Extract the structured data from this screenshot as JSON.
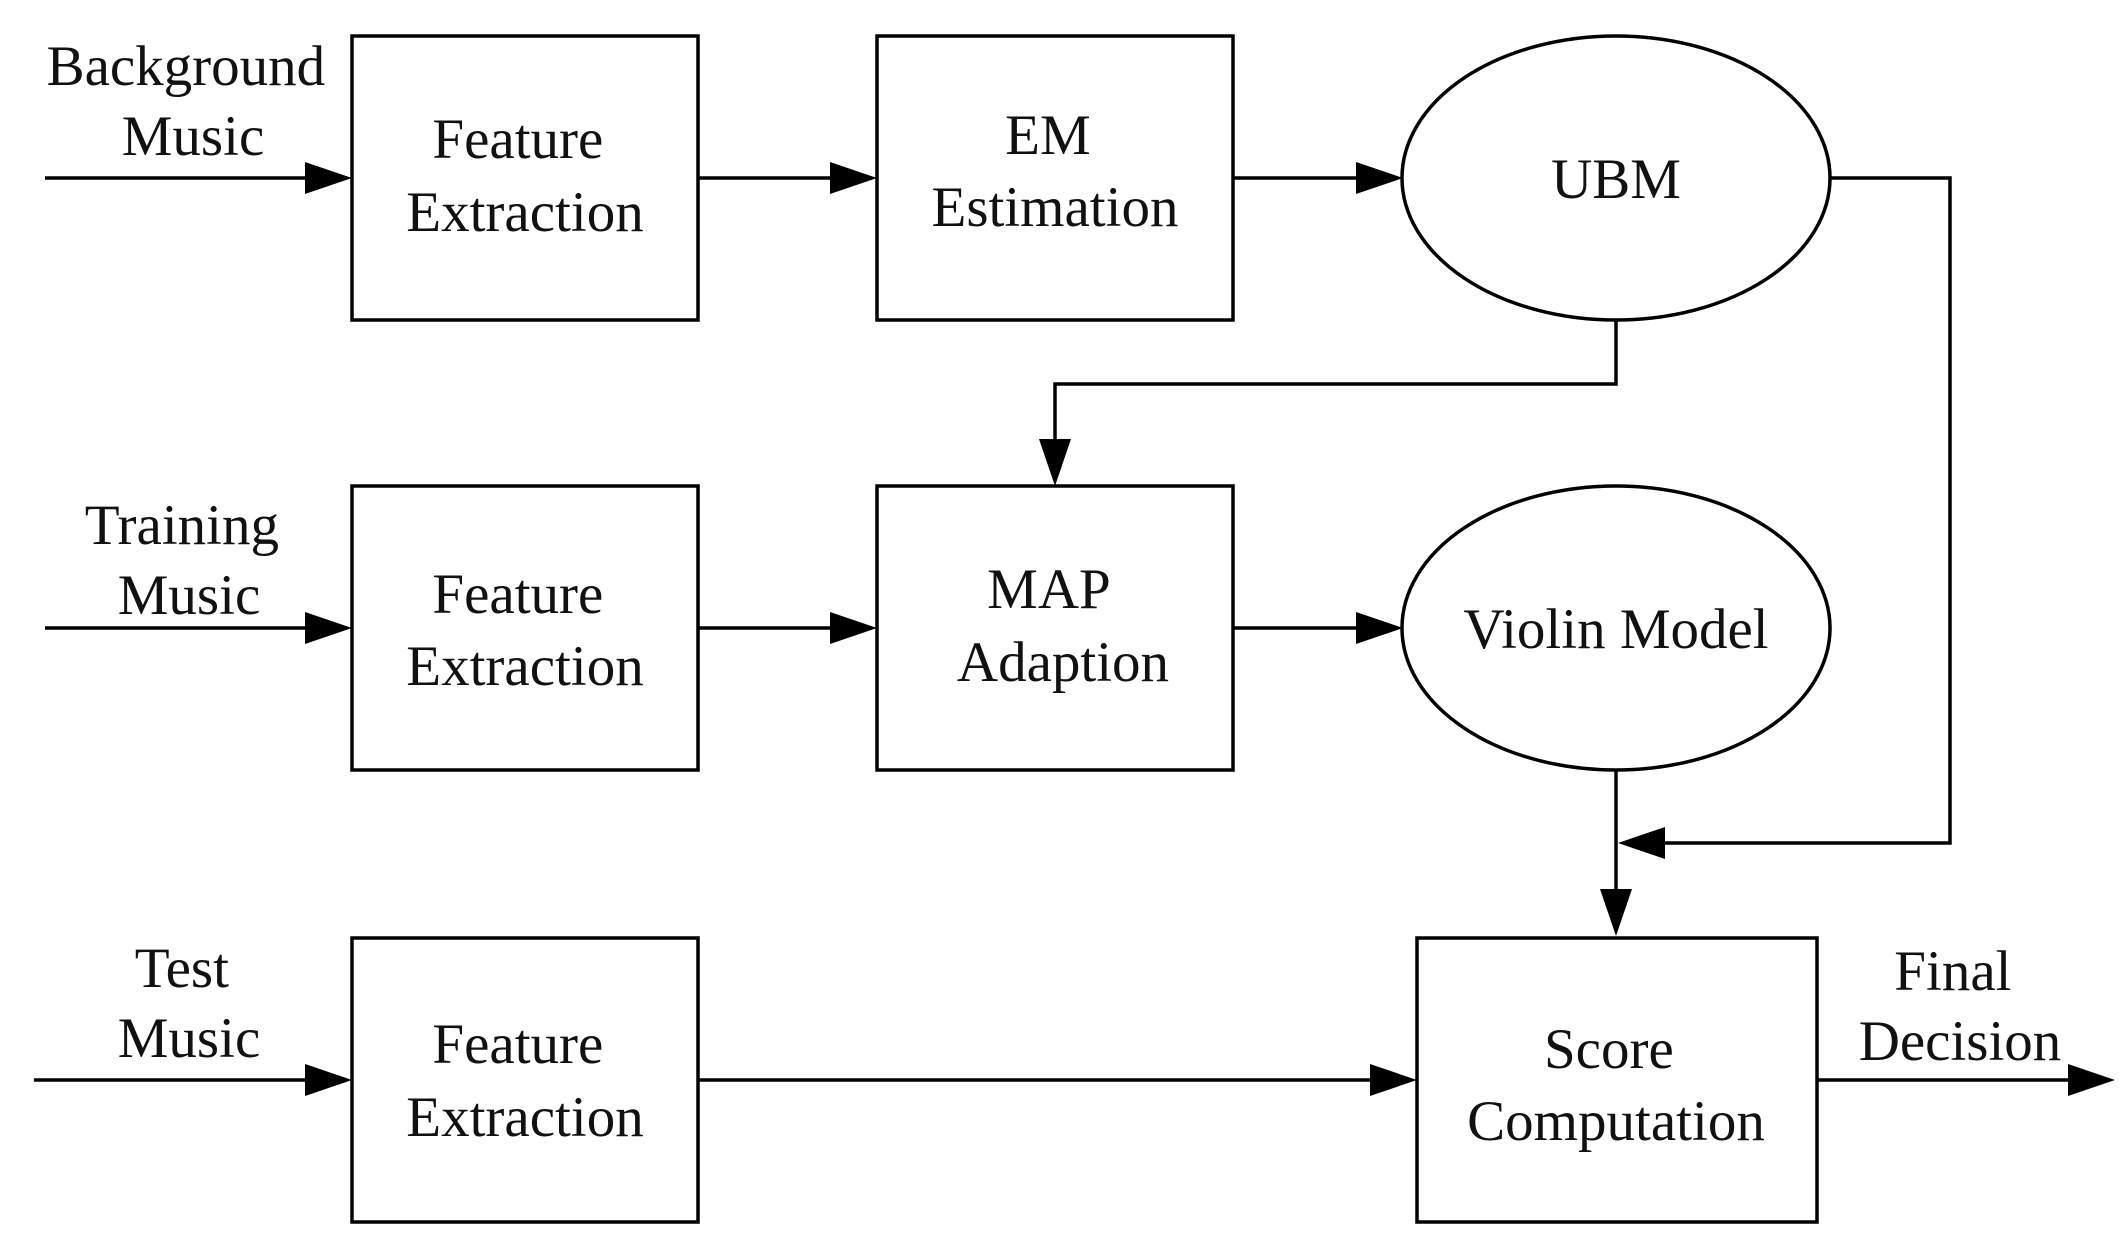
{
  "inputs": {
    "background": [
      "Background",
      "Music"
    ],
    "training": [
      "Training",
      "Music"
    ],
    "test": [
      "Test",
      "Music"
    ]
  },
  "blocks": {
    "fe_background": [
      "Feature",
      "Extraction"
    ],
    "em_estimation": [
      "EM",
      "Estimation"
    ],
    "ubm": [
      "UBM"
    ],
    "fe_training": [
      "Feature",
      "Extraction"
    ],
    "map_adaption": [
      "MAP",
      "Adaption"
    ],
    "violin_model": [
      "Violin Model"
    ],
    "fe_test": [
      "Feature",
      "Extraction"
    ],
    "score_computation": [
      "Score",
      "Computation"
    ]
  },
  "outputs": {
    "final_decision": [
      "Final",
      "Decision"
    ]
  }
}
